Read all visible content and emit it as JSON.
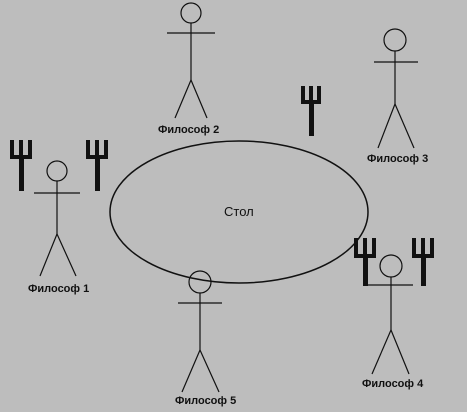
{
  "table": {
    "label": "Стол"
  },
  "philosophers": [
    {
      "label": "Философ 1"
    },
    {
      "label": "Философ 2"
    },
    {
      "label": "Философ 3"
    },
    {
      "label": "Философ 4"
    },
    {
      "label": "Философ 5"
    }
  ],
  "colors": {
    "background": "#bdbdbd",
    "stroke": "#111111",
    "fork": "#111111"
  },
  "icons": {
    "person": "stick-figure-icon",
    "fork": "fork-icon"
  },
  "forks_count": 5
}
